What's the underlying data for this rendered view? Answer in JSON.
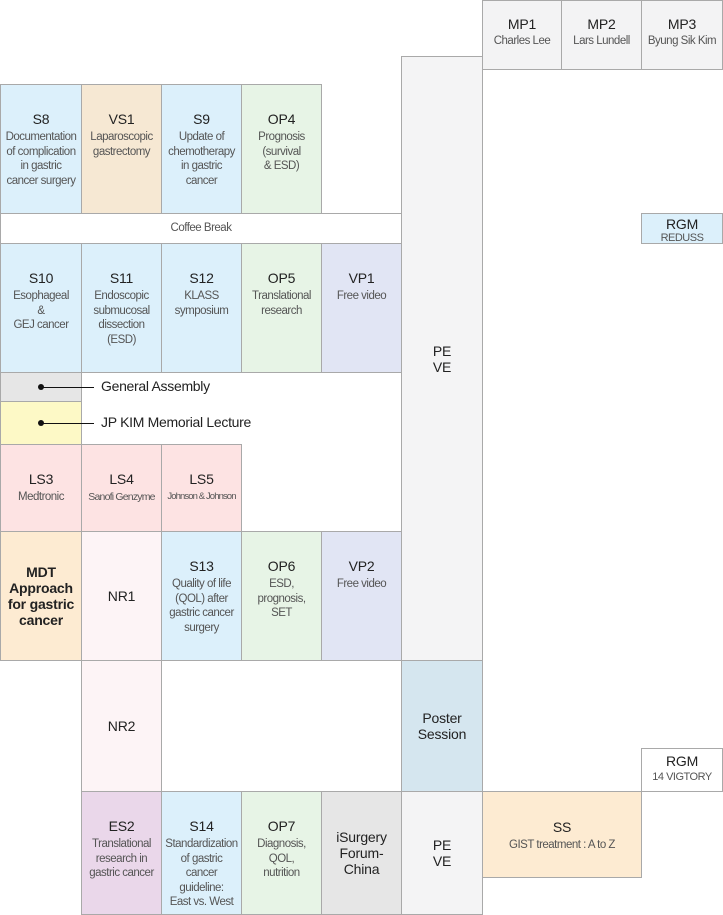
{
  "sessions": {
    "mp1": {
      "code": "MP1",
      "sub": "Charles Lee"
    },
    "mp2": {
      "code": "MP2",
      "sub": "Lars Lundell"
    },
    "mp3": {
      "code": "MP3",
      "sub": "Byung Sik Kim"
    },
    "s8": {
      "code": "S8",
      "sub": "Documentation\nof complication\nin gastric\ncancer surgery"
    },
    "vs1": {
      "code": "VS1",
      "sub": "Laparoscopic\ngastrectomy"
    },
    "s9": {
      "code": "S9",
      "sub": "Update of\nchemotherapy\nin gastric\ncancer"
    },
    "op4": {
      "code": "OP4",
      "sub": "Prognosis\n(survival\n& ESD)"
    },
    "coffee": {
      "label": "Coffee Break"
    },
    "rgm1": {
      "code": "RGM",
      "sub": "REDUSS"
    },
    "s10": {
      "code": "S10",
      "sub": "Esophageal\n&\nGEJ cancer"
    },
    "s11": {
      "code": "S11",
      "sub": "Endoscopic\nsubmucosal\ndissection\n(ESD)"
    },
    "s12": {
      "code": "S12",
      "sub": "KLASS\nsymposium"
    },
    "op5": {
      "code": "OP5",
      "sub": "Translational\nresearch"
    },
    "vp1": {
      "code": "VP1",
      "sub": "Free video"
    },
    "peve1": {
      "label": "PE\nVE"
    },
    "general_assembly": {
      "label": "General Assembly"
    },
    "jp_kim": {
      "label": "JP KIM Memorial Lecture"
    },
    "ls3": {
      "code": "LS3",
      "sub": "Medtronic"
    },
    "ls4": {
      "code": "LS4",
      "sub": "Sanofi Genzyme"
    },
    "ls5": {
      "code": "LS5",
      "sub": "Johnson & Johnson"
    },
    "mdt": {
      "label": "MDT\nApproach\nfor gastric\ncancer"
    },
    "nr1": {
      "label": "NR1"
    },
    "s13": {
      "code": "S13",
      "sub": "Quality of life\n(QOL) after\ngastric cancer\nsurgery"
    },
    "op6": {
      "code": "OP6",
      "sub": "ESD,\nprognosis,\nSET"
    },
    "vp2": {
      "code": "VP2",
      "sub": "Free video"
    },
    "nr2": {
      "label": "NR2"
    },
    "poster": {
      "label": "Poster\nSession"
    },
    "rgm2": {
      "code": "RGM",
      "sub": "14 VIGTORY"
    },
    "es2": {
      "code": "ES2",
      "sub": "Translational\nresearch in\ngastric cancer"
    },
    "s14": {
      "code": "S14",
      "sub": "Standardization\nof gastric\ncancer\nguideline:\nEast vs. West"
    },
    "op7": {
      "code": "OP7",
      "sub": "Diagnosis,\nQOL,\nnutrition"
    },
    "isurgery": {
      "label": "iSurgery\nForum-\nChina"
    },
    "peve2": {
      "label": "PE\nVE"
    },
    "ss": {
      "code": "SS",
      "sub": "GIST treatment : A to Z"
    }
  }
}
